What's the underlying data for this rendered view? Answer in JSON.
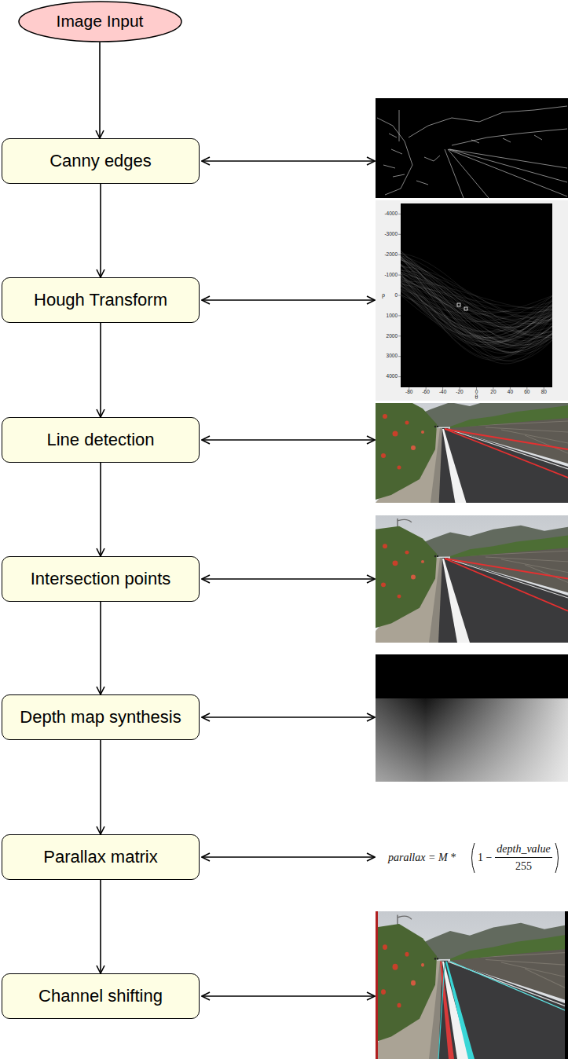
{
  "diagram": {
    "nodes": [
      {
        "text": [
          "Image Input"
        ]
      },
      {
        "text": [
          "Canny edges"
        ]
      },
      {
        "text": [
          "Hough Transform"
        ]
      },
      {
        "text": [
          "Line detection"
        ]
      },
      {
        "text": [
          "Intersection points"
        ]
      },
      {
        "text": [
          "Depth map synthesis"
        ]
      },
      {
        "text": [
          "Parallax matrix"
        ]
      },
      {
        "text": [
          "Channel shifting"
        ]
      }
    ],
    "edges": [
      {
        "from": 0,
        "to": 1,
        "arrow": "to"
      },
      {
        "from": 1,
        "to": 2,
        "arrow": "to"
      },
      {
        "from": 2,
        "to": 3,
        "arrow": "to"
      },
      {
        "from": 3,
        "to": 4,
        "arrow": "to"
      },
      {
        "from": 4,
        "to": 5,
        "arrow": "to"
      },
      {
        "from": 5,
        "to": 6,
        "arrow": "to"
      },
      {
        "from": 6,
        "to": 7,
        "arrow": "to"
      }
    ],
    "labels": [
      "-4000",
      "-3000",
      "-2000",
      "-1000",
      "0",
      "1000",
      "2000",
      "3000",
      "4000",
      "-80",
      "-60",
      "-40",
      "-20",
      "0",
      "20",
      "40",
      "60",
      "80",
      "ρ",
      "θ",
      "parallax = M *",
      "1 −",
      "depth_value",
      "255"
    ]
  }
}
